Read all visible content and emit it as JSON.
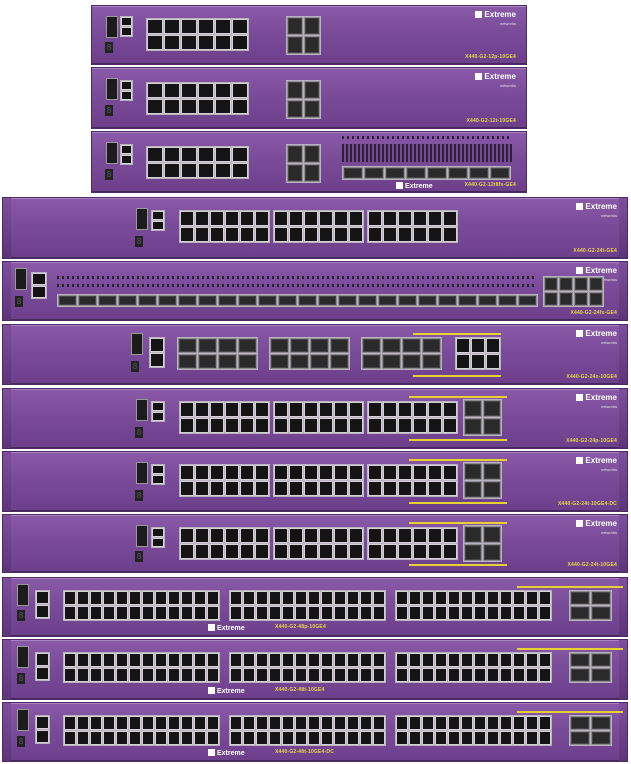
{
  "colors": {
    "chassis": "#7a4b99",
    "label_yellow": "#e5d12f",
    "port_black": "#141414"
  },
  "brand": {
    "name": "Extreme",
    "sub": "networks"
  },
  "switches": [
    {
      "model": "X440-G2-12p-10GE4"
    },
    {
      "model": "X440-G2-12t-10GE4"
    },
    {
      "model": "X440-G2-12t8fx-GE4"
    },
    {
      "model": "X440-G2-24t-GE4"
    },
    {
      "model": "X440-G2-24fx-GE4"
    },
    {
      "model": "X440-G2-24x-10GE4"
    },
    {
      "model": "X440-G2-24p-10GE4"
    },
    {
      "model": "X440-G2-24t-10GE4-DC"
    },
    {
      "model": "X440-G2-24t-10GE4"
    },
    {
      "model": "X440-G2-48p-10GE4"
    },
    {
      "model": "X440-G2-48t-10GE4"
    },
    {
      "model": "X440-G2-48t-10GE4-DC"
    }
  ]
}
